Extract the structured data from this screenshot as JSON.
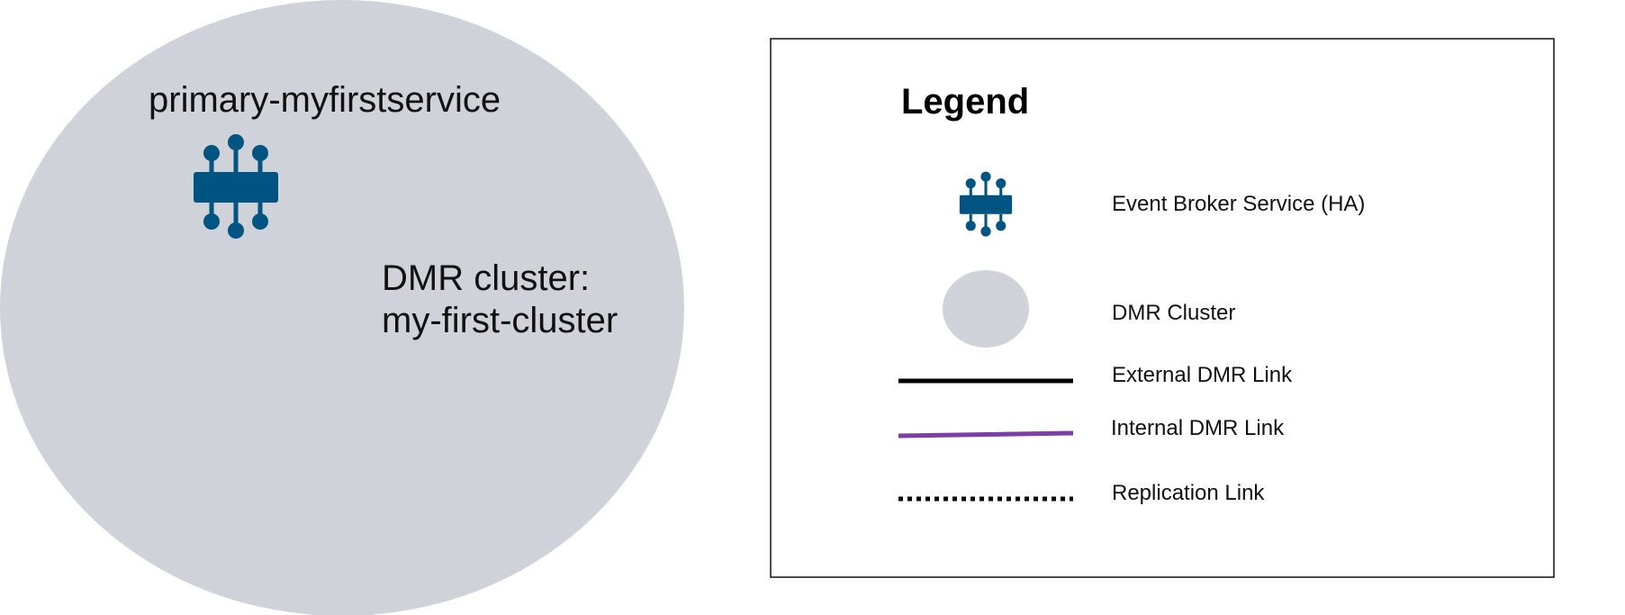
{
  "cluster": {
    "service_label": "primary-myfirstservice",
    "cluster_label_line1": "DMR cluster:",
    "cluster_label_line2": "my-first-cluster",
    "fill_color": "#cfd2d8",
    "icon": "event-broker-icon",
    "icon_color": "#005482"
  },
  "legend": {
    "title": "Legend",
    "items": [
      {
        "label": "Event Broker Service (HA)",
        "symbol": "event-broker-icon",
        "color": "#005482"
      },
      {
        "label": "DMR Cluster",
        "symbol": "cluster-ellipse",
        "color": "#cfd2d8"
      },
      {
        "label": "External DMR Link",
        "symbol": "solid-line",
        "color": "#000000"
      },
      {
        "label": "Internal DMR Link",
        "symbol": "solid-line",
        "color": "#7b3fa6"
      },
      {
        "label": "Replication Link",
        "symbol": "dotted-line",
        "color": "#000000"
      }
    ]
  }
}
